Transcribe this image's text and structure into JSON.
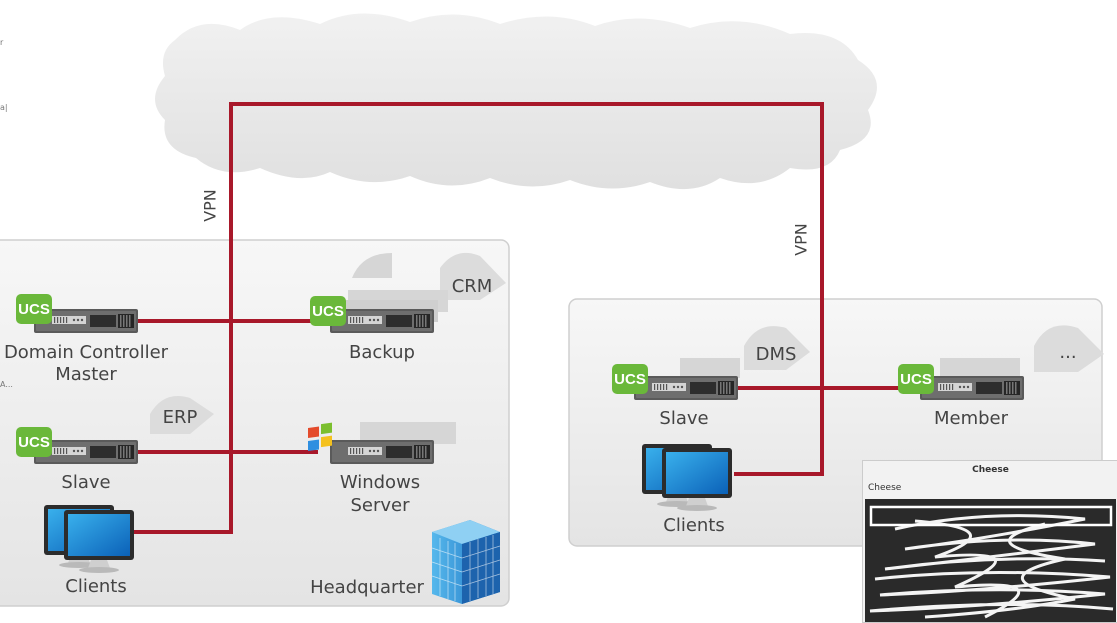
{
  "left_sidebar_fragments": [
    "r",
    "a|",
    "A..."
  ],
  "vpn_left_label": "VPN",
  "vpn_right_label": "VPN",
  "headquarter": {
    "domain_controller_line1": "Domain Controller",
    "domain_controller_line2": "Master",
    "backup": "Backup",
    "crm": "CRM",
    "erp": "ERP",
    "slave": "Slave",
    "windows_line1": "Windows",
    "windows_line2": "Server",
    "clients": "Clients",
    "title": "Headquarter"
  },
  "branch": {
    "dms": "DMS",
    "slave": "Slave",
    "more": "...",
    "member": "Member",
    "clients": "Clients"
  },
  "ucs_badge": "UCS",
  "cheese_window": {
    "title": "Cheese",
    "label": "Cheese"
  },
  "colors": {
    "vpn_line": "#a8182a",
    "ucs_green": "#6ab83a",
    "cloud": "#e9e9e9",
    "panel": "#f0f0f0"
  }
}
